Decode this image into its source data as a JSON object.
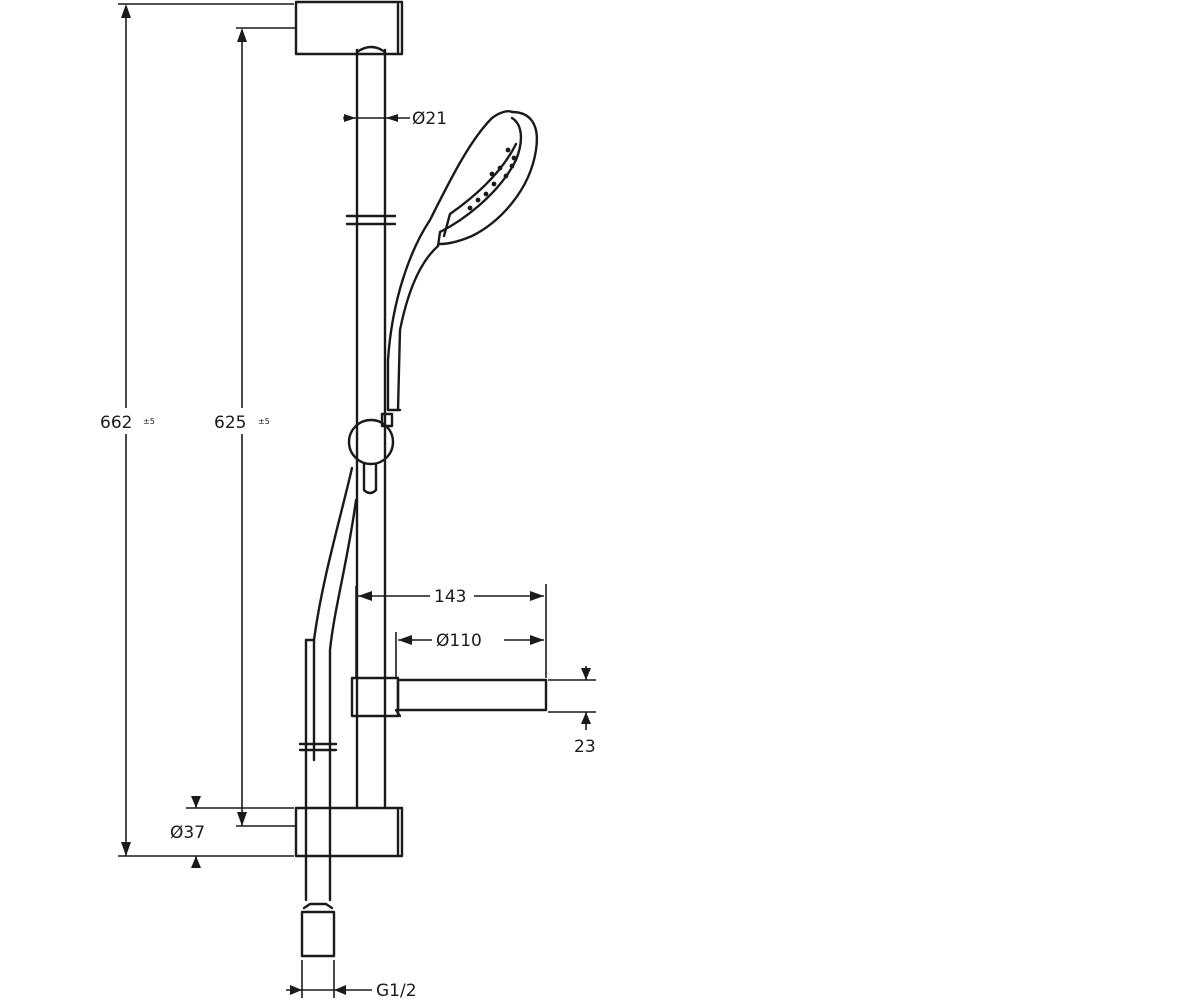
{
  "drawing": {
    "type": "shower rail set technical drawing",
    "dimensions": {
      "total_height": "662",
      "rail_length": "625",
      "tolerance_mark": "±5",
      "rail_diameter": "Ø21",
      "shelf_projection": "143",
      "shelf_diameter": "Ø110",
      "shelf_thickness": "23",
      "bracket_diameter": "Ø37",
      "connection_thread": "G1/2"
    }
  }
}
